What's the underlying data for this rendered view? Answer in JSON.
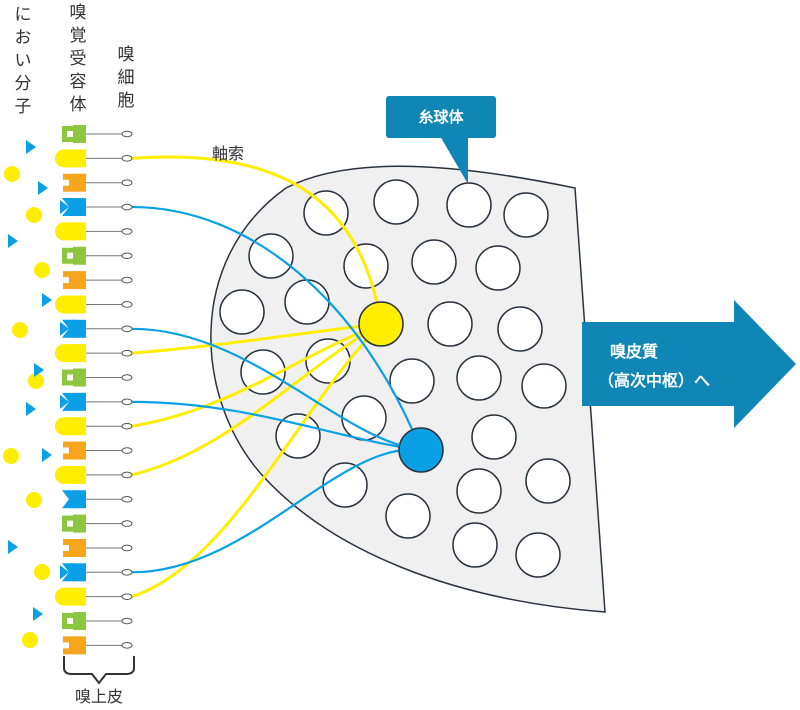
{
  "labels": {
    "odor_molecules": "におい分子",
    "receptors": "嗅覚受容体",
    "cells": "嗅細胞",
    "axon": "軸索",
    "glomerulus": "糸球体",
    "epithelium": "嗅上皮",
    "cortex_line1": "嗅皮質",
    "cortex_line2": "（高次中枢）へ"
  },
  "colors": {
    "yellow": "#ffee00",
    "blue": "#0aa0e6",
    "green": "#8dc63f",
    "orange": "#f7a51c",
    "callout": "#0f86b6",
    "bulb_fill": "#f0f0f0",
    "bulb_stroke": "#2a3340"
  },
  "receptor_types": [
    "green",
    "yellow",
    "orange",
    "blue",
    "yellow",
    "green",
    "orange",
    "yellow",
    "blue",
    "yellow",
    "green",
    "blue",
    "yellow",
    "orange",
    "yellow",
    "blue",
    "green",
    "orange",
    "blue",
    "yellow",
    "green",
    "orange"
  ],
  "connected": {
    "yellow": [
      1,
      9,
      12,
      14,
      19
    ],
    "blue": [
      3,
      8,
      11,
      18
    ]
  }
}
